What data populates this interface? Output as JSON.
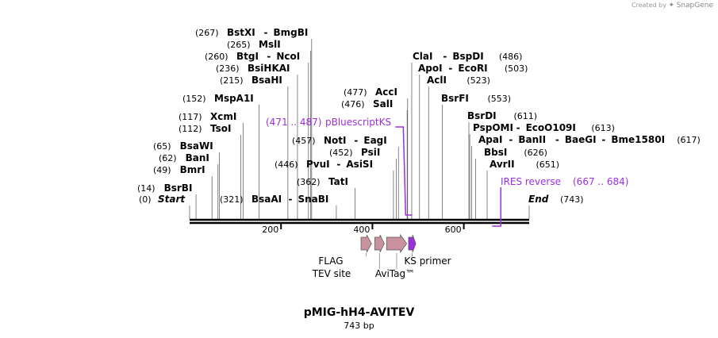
{
  "credit": {
    "prefix": "Created by",
    "brand": "SnapGene"
  },
  "plasmid": {
    "name": "pMIG-hH4-AVITEV",
    "length_label": "743 bp",
    "length": 743
  },
  "colors": {
    "feature": "#c9929f",
    "primer": "#9b30d9",
    "backbone": "#000000",
    "leader": "#666666"
  },
  "ends": {
    "start": {
      "pos": 0,
      "pos_label": "(0)",
      "label": "Start"
    },
    "end": {
      "pos": 743,
      "pos_label": "(743)",
      "label": "End"
    }
  },
  "ticks": [
    {
      "pos": 200,
      "label": "200"
    },
    {
      "pos": 400,
      "label": "400"
    },
    {
      "pos": 600,
      "label": "600"
    }
  ],
  "sites": [
    {
      "pos": 14,
      "pos_label": "(14)",
      "names": [
        "BsrBI"
      ]
    },
    {
      "pos": 49,
      "pos_label": "(49)",
      "names": [
        "BmrI"
      ]
    },
    {
      "pos": 62,
      "pos_label": "(62)",
      "names": [
        "BanI"
      ]
    },
    {
      "pos": 65,
      "pos_label": "(65)",
      "names": [
        "BsaWI"
      ]
    },
    {
      "pos": 112,
      "pos_label": "(112)",
      "names": [
        "TsoI"
      ]
    },
    {
      "pos": 117,
      "pos_label": "(117)",
      "names": [
        "XcmI"
      ]
    },
    {
      "pos": 152,
      "pos_label": "(152)",
      "names": [
        "MspA1I"
      ]
    },
    {
      "pos": 215,
      "pos_label": "(215)",
      "names": [
        "BsaHI"
      ]
    },
    {
      "pos": 236,
      "pos_label": "(236)",
      "names": [
        "BsiHKAI"
      ]
    },
    {
      "pos": 260,
      "pos_label": "(260)",
      "names": [
        "BtgI",
        "NcoI"
      ]
    },
    {
      "pos": 265,
      "pos_label": "(265)",
      "names": [
        "MslI"
      ]
    },
    {
      "pos": 267,
      "pos_label": "(267)",
      "names": [
        "BstXI",
        "BmgBI"
      ]
    },
    {
      "pos": 321,
      "pos_label": "(321)",
      "names": [
        "BsaAI",
        "SnaBI"
      ]
    },
    {
      "pos": 362,
      "pos_label": "(362)",
      "names": [
        "TatI"
      ]
    },
    {
      "pos": 446,
      "pos_label": "(446)",
      "names": [
        "PvuI",
        "AsiSI"
      ]
    },
    {
      "pos": 452,
      "pos_label": "(452)",
      "names": [
        "PsiI"
      ]
    },
    {
      "pos": 457,
      "pos_label": "(457)",
      "names": [
        "NotI",
        "EagI"
      ]
    },
    {
      "pos": 476,
      "pos_label": "(476)",
      "names": [
        "SalI"
      ]
    },
    {
      "pos": 477,
      "pos_label": "(477)",
      "names": [
        "AccI"
      ]
    },
    {
      "pos": 486,
      "pos_label": "(486)",
      "names": [
        "ClaI",
        "BspDI"
      ]
    },
    {
      "pos": 503,
      "pos_label": "(503)",
      "names": [
        "ApoI",
        "EcoRI"
      ]
    },
    {
      "pos": 523,
      "pos_label": "(523)",
      "names": [
        "AclI"
      ]
    },
    {
      "pos": 553,
      "pos_label": "(553)",
      "names": [
        "BsrFI"
      ]
    },
    {
      "pos": 611,
      "pos_label": "(611)",
      "names": [
        "BsrDI"
      ]
    },
    {
      "pos": 613,
      "pos_label": "(613)",
      "names": [
        "PspOMI",
        "EcoO109I"
      ]
    },
    {
      "pos": 617,
      "pos_label": "(617)",
      "names": [
        "ApaI",
        "BanII",
        "BaeGI",
        "Bme1580I"
      ]
    },
    {
      "pos": 626,
      "pos_label": "(626)",
      "names": [
        "BbsI"
      ]
    },
    {
      "pos": 651,
      "pos_label": "(651)",
      "names": [
        "AvrII"
      ]
    }
  ],
  "primers": [
    {
      "label": "pBluescriptKS",
      "range_label": "(471 .. 487)",
      "start": 471,
      "end": 487,
      "strand": "forward"
    },
    {
      "label": "IRES reverse",
      "range_label": "(667 .. 684)",
      "start": 667,
      "end": 684,
      "strand": "reverse"
    }
  ],
  "features": [
    {
      "label": "FLAG",
      "start": 375,
      "end": 398,
      "color": "#c9929f",
      "shape": "arrow"
    },
    {
      "label": "TEV site",
      "start": 405,
      "end": 426,
      "color": "#c9929f",
      "shape": "arrow"
    },
    {
      "label": "AviTag™",
      "start": 431,
      "end": 475,
      "color": "#c9929f",
      "shape": "arrow"
    },
    {
      "label": "KS primer",
      "start": 479,
      "end": 495,
      "color": "#9b30d9",
      "shape": "arrow"
    }
  ]
}
